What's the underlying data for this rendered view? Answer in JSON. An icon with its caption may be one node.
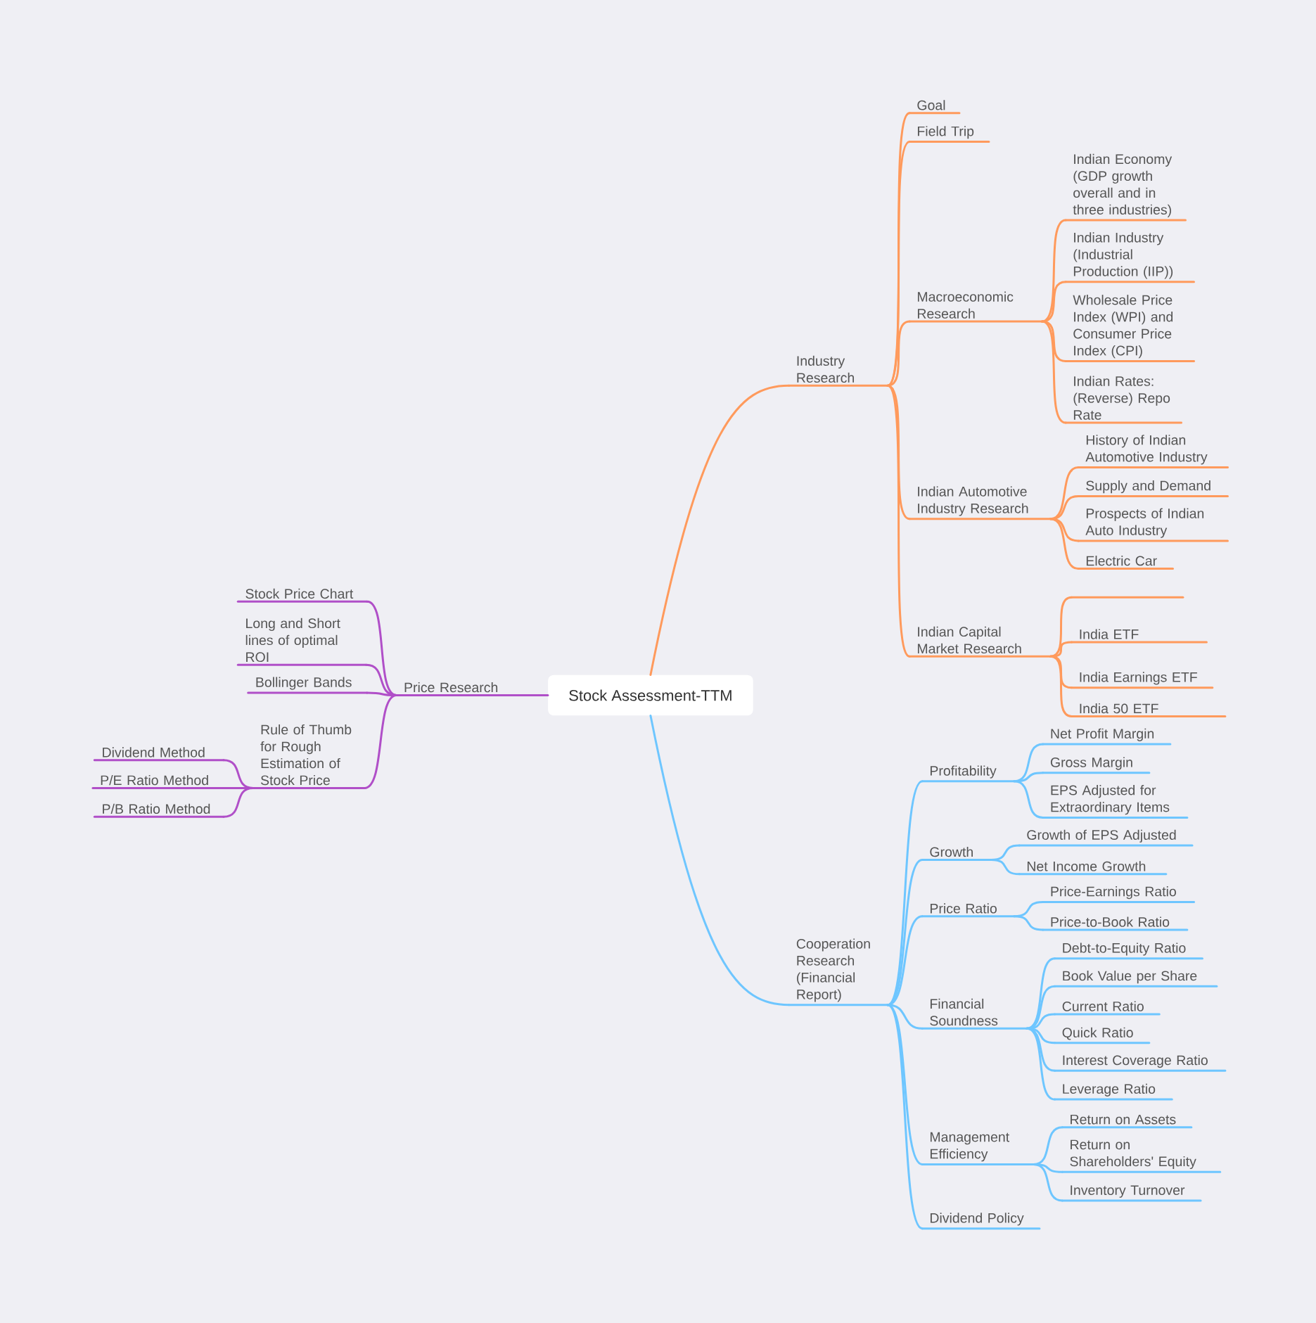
{
  "diagram": {
    "nodes": [
      {
        "text": [
          "Stock Assessment-TTM"
        ]
      },
      {
        "text": [
          "Industry Research"
        ]
      },
      {
        "text": [
          "Goal"
        ]
      },
      {
        "text": [
          "Field Trip"
        ]
      },
      {
        "text": [
          "Macroeconomic Research"
        ]
      },
      {
        "text": [
          "Indian Economy (GDP growth overall and in three industries)"
        ]
      },
      {
        "text": [
          "Indian Industry (Industrial Production (IIP))"
        ]
      },
      {
        "text": [
          "Wholesale Price Index (WPI) and Consumer Price Index (CPI)"
        ]
      },
      {
        "text": [
          "Indian Rates: (Reverse) Repo Rate"
        ]
      },
      {
        "text": [
          "Indian Automotive Industry Research"
        ]
      },
      {
        "text": [
          "History of Indian Automotive Industry"
        ]
      },
      {
        "text": [
          "Supply and Demand"
        ]
      },
      {
        "text": [
          "Prospects of Indian Auto Industry"
        ]
      },
      {
        "text": [
          "Electric Car"
        ]
      },
      {
        "text": [
          "Indian Capital Market Research"
        ]
      },
      {
        "text": [],
        "shape": "bar"
      },
      {
        "text": [
          "India ETF"
        ]
      },
      {
        "text": [
          "India Earnings ETF"
        ]
      },
      {
        "text": [
          "India 50 ETF"
        ]
      },
      {
        "text": [
          "Cooperation Research (Financial Report)"
        ]
      },
      {
        "text": [
          "Profitability"
        ]
      },
      {
        "text": [
          "Net Profit Margin"
        ]
      },
      {
        "text": [
          "Gross Margin"
        ]
      },
      {
        "text": [
          "EPS Adjusted for Extraordinary Items"
        ]
      },
      {
        "text": [
          "Growth"
        ]
      },
      {
        "text": [
          "Growth of EPS Adjusted"
        ]
      },
      {
        "text": [
          "Net Income Growth"
        ]
      },
      {
        "text": [
          "Price Ratio"
        ]
      },
      {
        "text": [
          "Price-Earnings Ratio"
        ]
      },
      {
        "text": [
          "Price-to-Book Ratio"
        ]
      },
      {
        "text": [
          "Financial Soundness"
        ]
      },
      {
        "text": [
          "Debt-to-Equity Ratio"
        ]
      },
      {
        "text": [
          "Book Value per Share"
        ]
      },
      {
        "text": [
          "Current Ratio"
        ]
      },
      {
        "text": [
          "Quick Ratio"
        ]
      },
      {
        "text": [
          "Interest Coverage Ratio"
        ]
      },
      {
        "text": [
          "Leverage Ratio"
        ]
      },
      {
        "text": [
          "Management Efficiency"
        ]
      },
      {
        "text": [
          "Return on Assets"
        ]
      },
      {
        "text": [
          "Return on Shareholders' Equity"
        ]
      },
      {
        "text": [
          "Inventory Turnover"
        ]
      },
      {
        "text": [
          "Dividend Policy"
        ]
      },
      {
        "text": [
          "Price Research"
        ]
      },
      {
        "text": [
          "Stock Price Chart"
        ]
      },
      {
        "text": [
          "Long and Short lines of optimal ROI"
        ]
      },
      {
        "text": [
          "Bollinger Bands"
        ]
      },
      {
        "text": [
          "Rule of Thumb for Rough Estimation of Stock Price"
        ]
      },
      {
        "text": [
          "Dividend Method"
        ]
      },
      {
        "text": [
          "P/E Ratio Method"
        ]
      },
      {
        "text": [
          "P/B Ratio Method"
        ]
      }
    ],
    "edges": [
      {
        "from": 0,
        "to": 1,
        "arrow": "none",
        "color": "#ff9a5c"
      },
      {
        "from": 1,
        "to": 2,
        "arrow": "none",
        "color": "#ff9a5c"
      },
      {
        "from": 1,
        "to": 3,
        "arrow": "none",
        "color": "#ff9a5c"
      },
      {
        "from": 1,
        "to": 4,
        "arrow": "none",
        "color": "#ff9a5c"
      },
      {
        "from": 4,
        "to": 5,
        "arrow": "none",
        "color": "#ff9a5c"
      },
      {
        "from": 4,
        "to": 6,
        "arrow": "none",
        "color": "#ff9a5c"
      },
      {
        "from": 4,
        "to": 7,
        "arrow": "none",
        "color": "#ff9a5c"
      },
      {
        "from": 4,
        "to": 8,
        "arrow": "none",
        "color": "#ff9a5c"
      },
      {
        "from": 1,
        "to": 9,
        "arrow": "none",
        "color": "#ff9a5c"
      },
      {
        "from": 9,
        "to": 10,
        "arrow": "none",
        "color": "#ff9a5c"
      },
      {
        "from": 9,
        "to": 11,
        "arrow": "none",
        "color": "#ff9a5c"
      },
      {
        "from": 9,
        "to": 12,
        "arrow": "none",
        "color": "#ff9a5c"
      },
      {
        "from": 9,
        "to": 13,
        "arrow": "none",
        "color": "#ff9a5c"
      },
      {
        "from": 1,
        "to": 14,
        "arrow": "none",
        "color": "#ff9a5c"
      },
      {
        "from": 14,
        "to": 15,
        "arrow": "none",
        "color": "#ff9a5c"
      },
      {
        "from": 14,
        "to": 16,
        "arrow": "none",
        "color": "#ff9a5c"
      },
      {
        "from": 14,
        "to": 17,
        "arrow": "none",
        "color": "#ff9a5c"
      },
      {
        "from": 14,
        "to": 18,
        "arrow": "none",
        "color": "#ff9a5c"
      },
      {
        "from": 0,
        "to": 19,
        "arrow": "none"
      },
      {
        "from": 19,
        "to": 20,
        "arrow": "none"
      },
      {
        "from": 20,
        "to": 21,
        "arrow": "none"
      },
      {
        "from": 20,
        "to": 22,
        "arrow": "none"
      },
      {
        "from": 20,
        "to": 23,
        "arrow": "none"
      },
      {
        "from": 19,
        "to": 24,
        "arrow": "none"
      },
      {
        "from": 24,
        "to": 25,
        "arrow": "none"
      },
      {
        "from": 24,
        "to": 26,
        "arrow": "none"
      },
      {
        "from": 19,
        "to": 27,
        "arrow": "none"
      },
      {
        "from": 27,
        "to": 28,
        "arrow": "none"
      },
      {
        "from": 27,
        "to": 29,
        "arrow": "none"
      },
      {
        "from": 19,
        "to": 30,
        "arrow": "none"
      },
      {
        "from": 30,
        "to": 31,
        "arrow": "none"
      },
      {
        "from": 30,
        "to": 32,
        "arrow": "none"
      },
      {
        "from": 30,
        "to": 33,
        "arrow": "none"
      },
      {
        "from": 30,
        "to": 34,
        "arrow": "none"
      },
      {
        "from": 30,
        "to": 35,
        "arrow": "none"
      },
      {
        "from": 30,
        "to": 36,
        "arrow": "none"
      },
      {
        "from": 19,
        "to": 37,
        "arrow": "none"
      },
      {
        "from": 37,
        "to": 38,
        "arrow": "none"
      },
      {
        "from": 37,
        "to": 39,
        "arrow": "none"
      },
      {
        "from": 37,
        "to": 40,
        "arrow": "none"
      },
      {
        "from": 19,
        "to": 41,
        "arrow": "none"
      },
      {
        "from": 0,
        "to": 42,
        "arrow": "none",
        "color": "#b04fc8"
      },
      {
        "from": 42,
        "to": 43,
        "arrow": "none",
        "color": "#b04fc8"
      },
      {
        "from": 42,
        "to": 44,
        "arrow": "none",
        "color": "#b04fc8"
      },
      {
        "from": 42,
        "to": 45,
        "arrow": "none",
        "color": "#b04fc8"
      },
      {
        "from": 42,
        "to": 46,
        "arrow": "none",
        "color": "#b04fc8"
      },
      {
        "from": 46,
        "to": 47,
        "arrow": "none",
        "color": "#b04fc8"
      },
      {
        "from": 46,
        "to": 48,
        "arrow": "none",
        "color": "#b04fc8"
      },
      {
        "from": 46,
        "to": 49,
        "arrow": "none",
        "color": "#b04fc8"
      }
    ]
  }
}
